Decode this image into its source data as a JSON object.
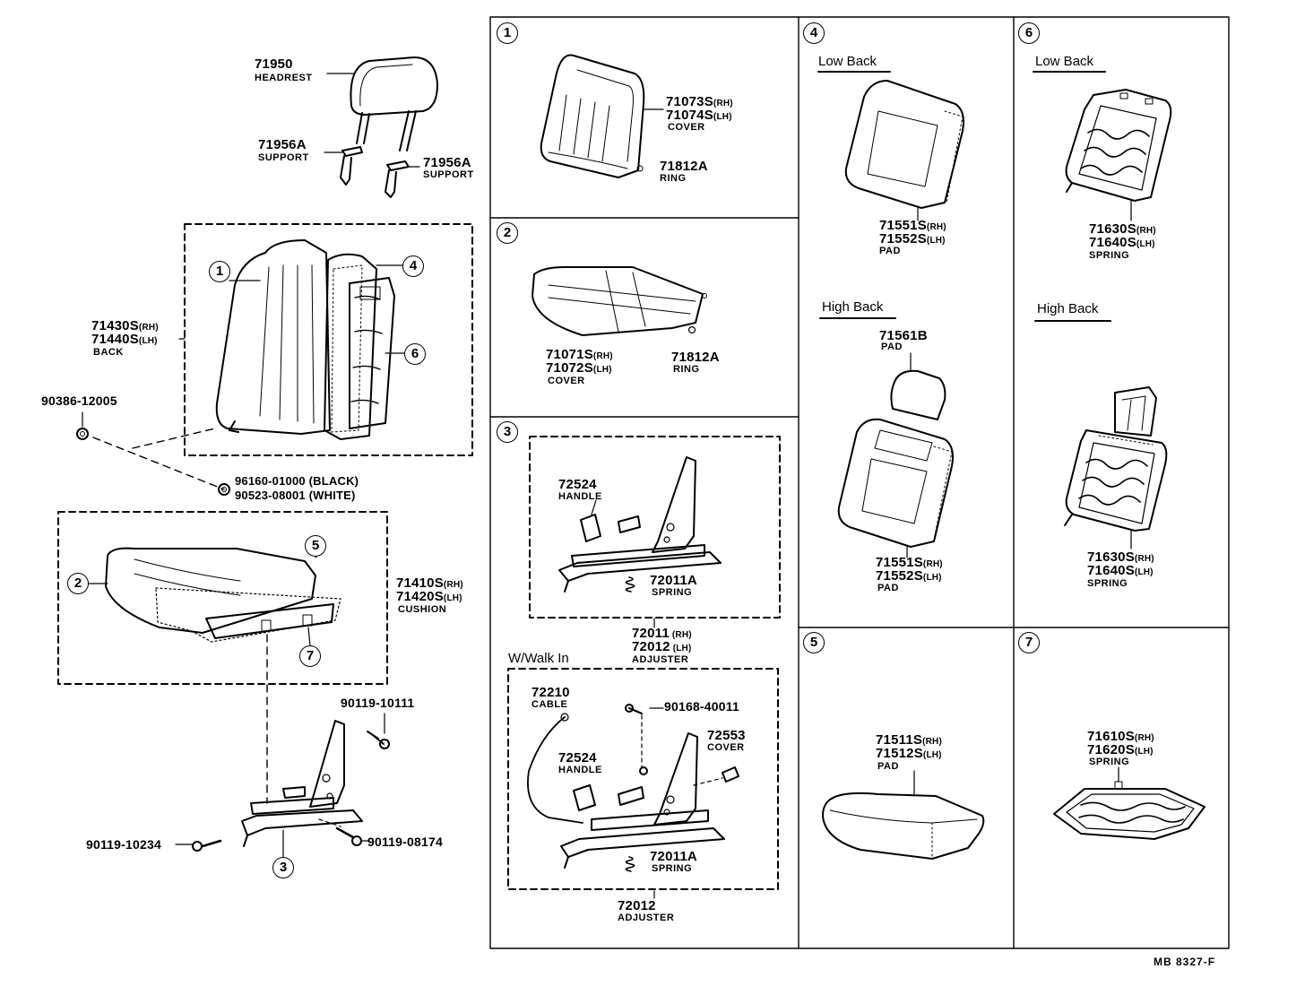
{
  "callouts": [
    "1",
    "2",
    "3",
    "4",
    "5",
    "6",
    "7"
  ],
  "parts": {
    "headrest": {
      "pn": "71950",
      "name": "HEADREST"
    },
    "support_l": {
      "pn": "71956A",
      "name": "SUPPORT"
    },
    "support_r": {
      "pn": "71956A",
      "name": "SUPPORT"
    },
    "back": {
      "pn_rh": "71430S",
      "pn_lh": "71440S",
      "name": "BACK"
    },
    "nut_90386": {
      "pn": "90386-12005"
    },
    "clip_black": {
      "pn": "96160-01000 (BLACK)"
    },
    "clip_white": {
      "pn": "90523-08001 (WHITE)"
    },
    "cushion": {
      "pn_rh": "71410S",
      "pn_lh": "71420S",
      "name": "CUSHION"
    },
    "bolt_10111": {
      "pn": "90119-10111"
    },
    "bolt_10234": {
      "pn": "90119-10234"
    },
    "bolt_08174": {
      "pn": "90119-08174"
    },
    "back_cover": {
      "pn_rh": "71073S",
      "pn_lh": "71074S",
      "name": "COVER"
    },
    "ring_1": {
      "pn": "71812A",
      "name": "RING"
    },
    "cushion_cover": {
      "pn_rh": "71071S",
      "pn_lh": "71072S",
      "name": "COVER"
    },
    "ring_2": {
      "pn": "71812A",
      "name": "RING"
    },
    "handle_1": {
      "pn": "72524",
      "name": "HANDLE"
    },
    "spring_1": {
      "pn": "72011A",
      "name": "SPRING"
    },
    "adjuster": {
      "pn_rh": "72011",
      "pn_lh": "72012",
      "name": "ADJUSTER"
    },
    "cable": {
      "pn": "72210",
      "name": "CABLE"
    },
    "screw_40011": {
      "pn": "90168-40011"
    },
    "walkin_cover": {
      "pn": "72553",
      "name": "COVER"
    },
    "handle_2": {
      "pn": "72524",
      "name": "HANDLE"
    },
    "spring_2": {
      "pn": "72011A",
      "name": "SPRING"
    },
    "adjuster_walkin": {
      "pn": "72012",
      "name": "ADJUSTER"
    },
    "pad_low": {
      "pn_rh": "71551S",
      "pn_lh": "71552S",
      "name": "PAD"
    },
    "pad_top": {
      "pn": "71561B",
      "name": "PAD"
    },
    "pad_high": {
      "pn_rh": "71551S",
      "pn_lh": "71552S",
      "name": "PAD"
    },
    "spring_low": {
      "pn_rh": "71630S",
      "pn_lh": "71640S",
      "name": "SPRING"
    },
    "spring_high": {
      "pn_rh": "71630S",
      "pn_lh": "71640S",
      "name": "SPRING"
    },
    "cushion_pad": {
      "pn_rh": "71511S",
      "pn_lh": "71512S",
      "name": "PAD"
    },
    "cushion_spring": {
      "pn_rh": "71610S",
      "pn_lh": "71620S",
      "name": "SPRING"
    }
  },
  "suffix": {
    "rh": "(RH)",
    "lh": "(LH)",
    "rh_spaced": " (RH)",
    "lh_spaced": " (LH)"
  },
  "titles": {
    "low_back_4": "Low Back",
    "high_back_4": "High Back",
    "low_back_6": "Low Back",
    "high_back_6": "High Back",
    "walk_in": "W/Walk In"
  },
  "footer": "MB  8327-F"
}
